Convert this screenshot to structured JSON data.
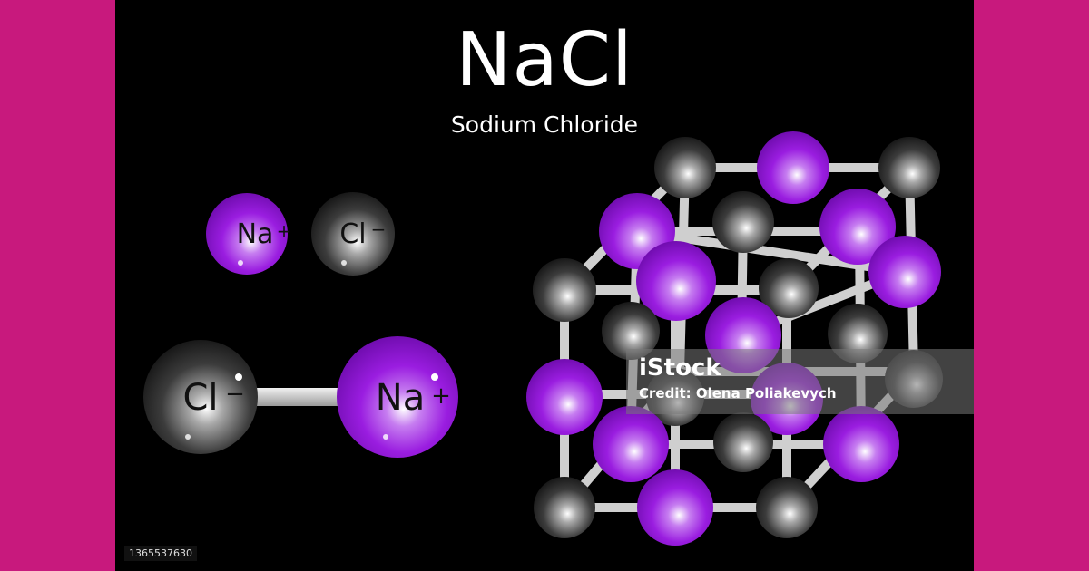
{
  "title": "NaCl",
  "subtitle": "Sodium Chloride",
  "ions": {
    "sodium": {
      "symbol": "Na",
      "charge": "+"
    },
    "chloride": {
      "symbol": "Cl",
      "charge": "−"
    }
  },
  "colors": {
    "sodium": "#9a1de0",
    "chloride": "#3a3a3a",
    "bond": "#d9d9d9",
    "frame": "#c8197d",
    "background": "#000000"
  },
  "watermark": {
    "logo": "iStock",
    "credit": "Credit: Olena Poliakevych"
  },
  "stock_id": "1365537630"
}
